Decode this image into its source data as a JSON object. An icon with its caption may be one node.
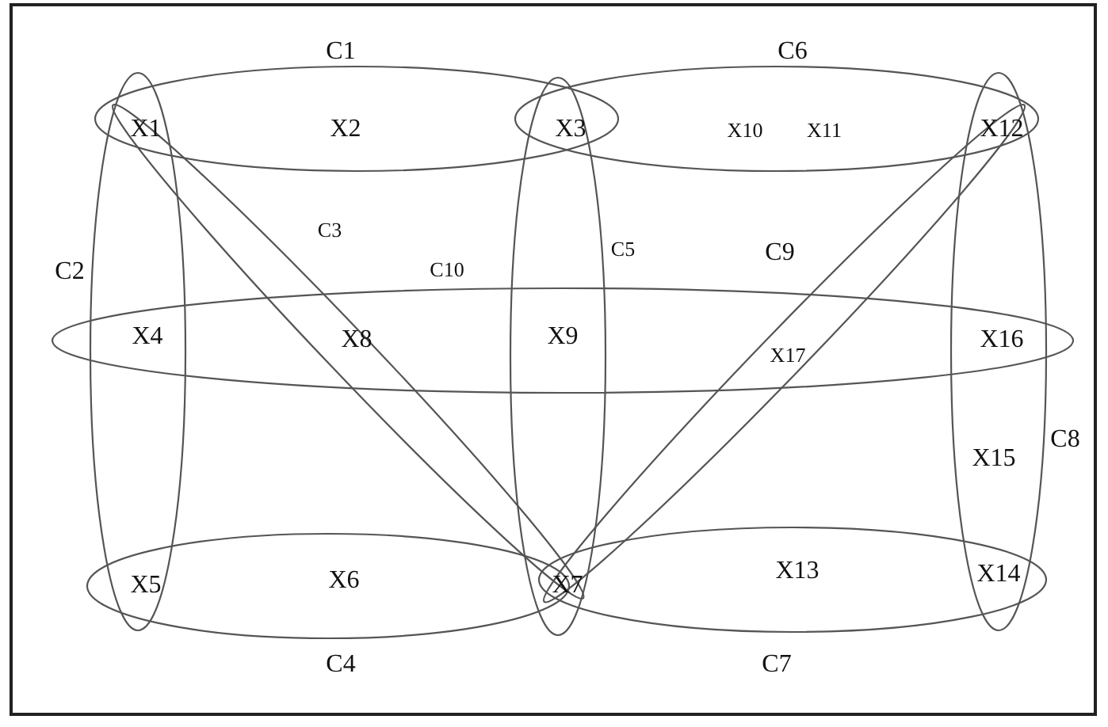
{
  "diagram": {
    "nodes": [
      {
        "text": [
          "C1"
        ]
      },
      {
        "text": [
          "C6"
        ]
      },
      {
        "text": [
          "C3"
        ]
      },
      {
        "text": [
          "C5"
        ]
      },
      {
        "text": [
          "C9"
        ]
      },
      {
        "text": [
          "C10"
        ]
      },
      {
        "text": [
          "C2"
        ]
      },
      {
        "text": [
          "C8"
        ]
      },
      {
        "text": [
          "C4"
        ]
      },
      {
        "text": [
          "C7"
        ]
      }
    ],
    "edges": [],
    "labels": [
      "X1",
      "X2",
      "X3",
      "X10",
      "X11",
      "X12",
      "X4",
      "X8",
      "X9",
      "X17",
      "X16",
      "X15",
      "X5",
      "X6",
      "X7",
      "X13",
      "X14"
    ]
  }
}
